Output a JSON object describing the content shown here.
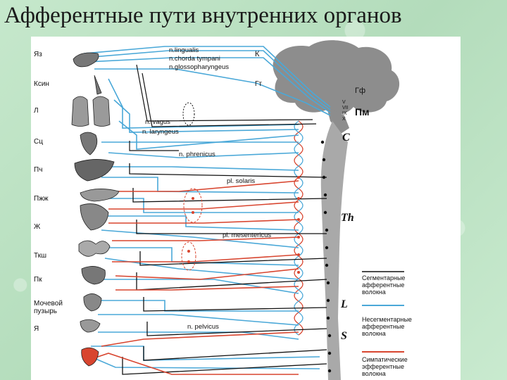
{
  "title": "Афферентные пути внутренних органов",
  "organs": [
    "Яз",
    "Ксин",
    "Л",
    "Сц",
    "Пч",
    "Пжж",
    "Ж",
    "Ткш",
    "Пк",
    "Мочевой",
    "пузырь",
    "Я"
  ],
  "nerves": {
    "lingualis": "n.lingualis",
    "chorda": "n.chorda tympani",
    "glosso": "n.glossopharyngeus",
    "vagus": "n. vagus",
    "laryngeus": "n. laryngeus",
    "phrenicus": "n. phrenicus",
    "solaris": "pl. solaris",
    "mesentericus": "pl. mesentericus",
    "pelvicus": "n. pelvicus"
  },
  "brain_labels": {
    "k": "К",
    "gt": "Гт",
    "gf": "Гф",
    "v": "V",
    "vii": "VII",
    "ix": "IX",
    "x": "X",
    "pm": "Пм"
  },
  "spinal_labels": {
    "c": "C",
    "th": "Th",
    "l": "L",
    "s": "S"
  },
  "legend": {
    "segmental": [
      "Сегментарные",
      "афферентные",
      "волокна"
    ],
    "nonsegmental": [
      "Несегментарные",
      "афферентные",
      "волокна"
    ],
    "sympathetic": [
      "Симпатические",
      "эфферентные",
      "волокна"
    ]
  },
  "colors": {
    "blue": "#4aa8d8",
    "red": "#d8452f",
    "black": "#111111",
    "grey": "#8d8d8d"
  }
}
